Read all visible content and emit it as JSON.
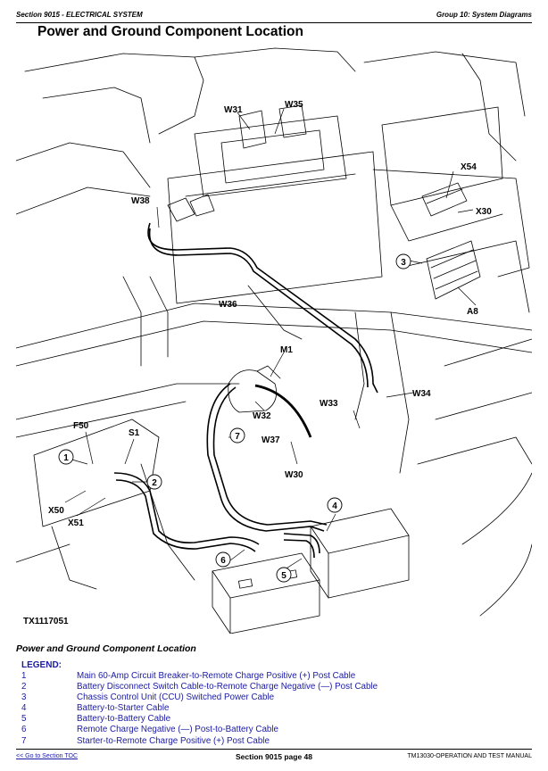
{
  "header": {
    "left": "Section 9015 - ELECTRICAL SYSTEM",
    "right": "Group 10: System Diagrams"
  },
  "page_title": "Power and Ground Component Location",
  "figure": {
    "id_label": "TX1117051",
    "labels": {
      "W31": "W31",
      "W35": "W35",
      "W38": "W38",
      "X54": "X54",
      "X30": "X30",
      "A8": "A8",
      "W36": "W36",
      "M1": "M1",
      "W32": "W32",
      "W37": "W37",
      "W33": "W33",
      "W34": "W34",
      "W30": "W30",
      "F50": "F50",
      "S1": "S1",
      "X50": "X50",
      "X51": "X51"
    },
    "callouts": [
      "1",
      "2",
      "3",
      "4",
      "5",
      "6",
      "7"
    ]
  },
  "caption": "Power and Ground Component Location",
  "legend": {
    "title": "LEGEND:",
    "items": [
      {
        "num": "1",
        "desc": "Main 60-Amp Circuit Breaker-to-Remote Charge Positive (+) Post Cable"
      },
      {
        "num": "2",
        "desc": "Battery Disconnect Switch Cable-to-Remote Charge Negative (—) Post Cable"
      },
      {
        "num": "3",
        "desc": "Chassis Control Unit (CCU) Switched Power Cable"
      },
      {
        "num": "4",
        "desc": "Battery-to-Starter Cable"
      },
      {
        "num": "5",
        "desc": "Battery-to-Battery Cable"
      },
      {
        "num": "6",
        "desc": "Remote Charge Negative (—) Post-to-Battery Cable"
      },
      {
        "num": "7",
        "desc": "Starter-to-Remote Charge Positive (+) Post Cable"
      }
    ]
  },
  "footer": {
    "left": "<< Go to Section TOC",
    "center": "Section 9015 page 48",
    "right": "TM13030-OPERATION AND TEST MANUAL"
  }
}
